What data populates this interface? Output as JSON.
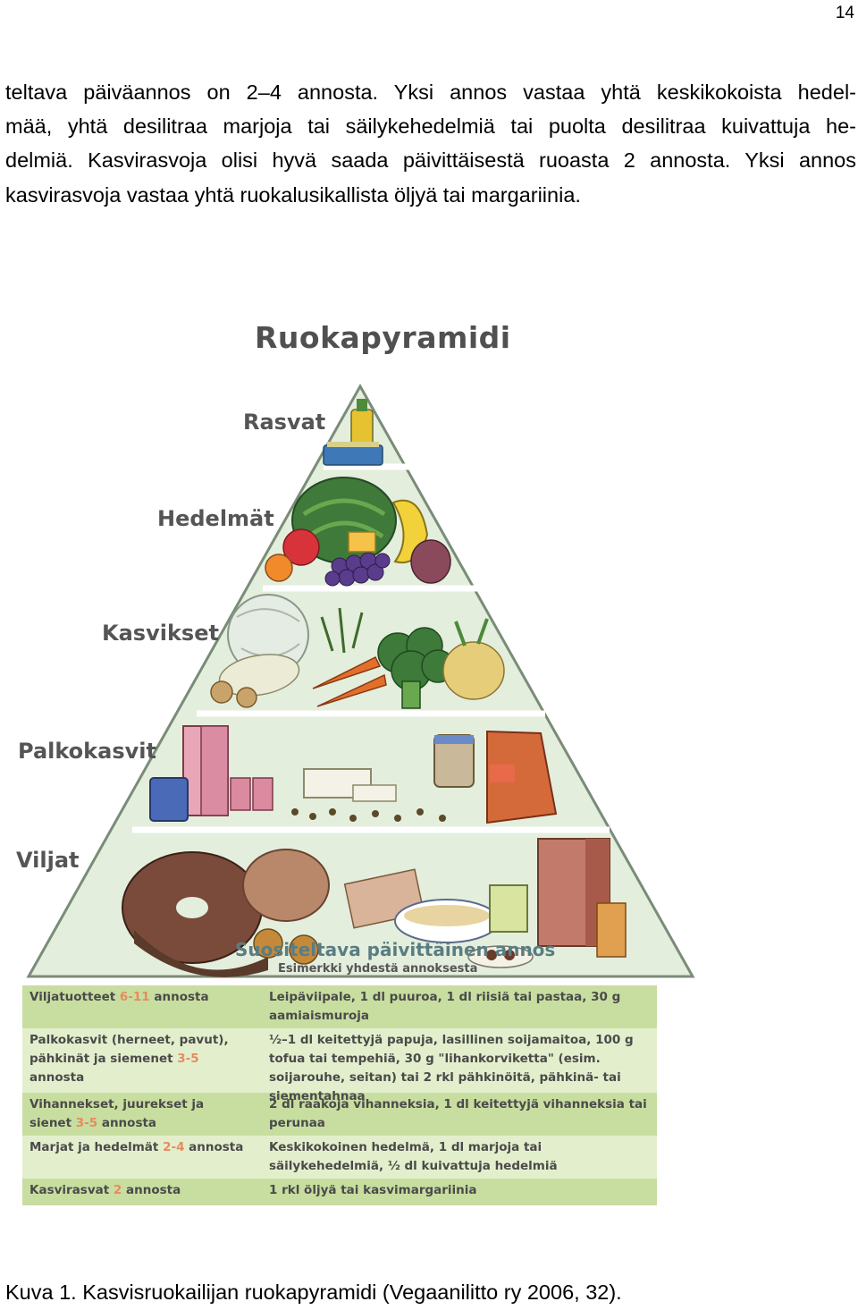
{
  "page_number": "14",
  "body_text": {
    "lines": [
      "teltava päiväannos on 2–4 annosta. Yksi annos vastaa yhtä keskikokoista hedel-",
      "mää, yhtä desilitraa marjoja tai säilykehedelmiä tai puolta desilitraa kuivattuja he-",
      "delmiä. Kasvirasvoja olisi hyvä saada päivittäisestä ruoasta 2 annosta. Yksi annos",
      "kasvirasvoja vastaa yhtä ruokalusikallista öljyä tai margariinia."
    ]
  },
  "figure": {
    "title": "Ruokapyramidi",
    "tiers": {
      "rasvat": "Rasvat",
      "hedelmat": "Hedelmät",
      "kasvikset": "Kasvikset",
      "palkokasvit": "Palkokasvit",
      "viljat": "Viljat"
    },
    "table": {
      "title": "Suositeltava päivittäinen annos",
      "subtitle": "Esimerkki yhdestä annoksesta",
      "rows": [
        {
          "label_before": "Viljatuotteet ",
          "qty": "6-11",
          "label_after": " annosta",
          "example": "Leipäviipale, 1 dl puuroa, 1 dl riisiä tai pastaa, 30 g aamiaismuroja"
        },
        {
          "label_before": "Palkokasvit (herneet, pavut), pähkinät ja siemenet ",
          "qty": "3-5",
          "label_after": " annosta",
          "example": "½–1 dl keitettyjä papuja, lasillinen soijamaitoa, 100 g tofua tai tempehiä, 30 g \"lihankorviketta\" (esim. soijarouhe, seitan) tai 2 rkl pähkinöitä, pähkinä- tai siementahnaa"
        },
        {
          "label_before": "Vihannekset, juurekset ja sienet ",
          "qty": "3-5",
          "label_after": " annosta",
          "example": "2 dl raakoja vihanneksia, 1 dl keitettyjä vihanneksia tai perunaa"
        },
        {
          "label_before": "Marjat ja hedelmät ",
          "qty": "2-4",
          "label_after": " annosta",
          "example": "Keskikokoinen hedelmä, 1 dl marjoja tai säilykehedelmiä, ½ dl kuivattuja hedelmiä"
        },
        {
          "label_before": "Kasvirasvat ",
          "qty": "2",
          "label_after": " annosta",
          "example": "1 rkl öljyä tai kasvimargariinia"
        }
      ]
    }
  },
  "caption": "Kuva 1. Kasvisruokailijan ruokapyramidi (Vegaanilitto ry 2006, 32).",
  "colors": {
    "pyramid_fill": "#e4eedd",
    "pyramid_stroke": "#7a8c78",
    "table_dark": "#c8dea0",
    "table_light": "#e3efcc",
    "quantity": "#e88a5e",
    "table_title": "#5a7d82"
  }
}
